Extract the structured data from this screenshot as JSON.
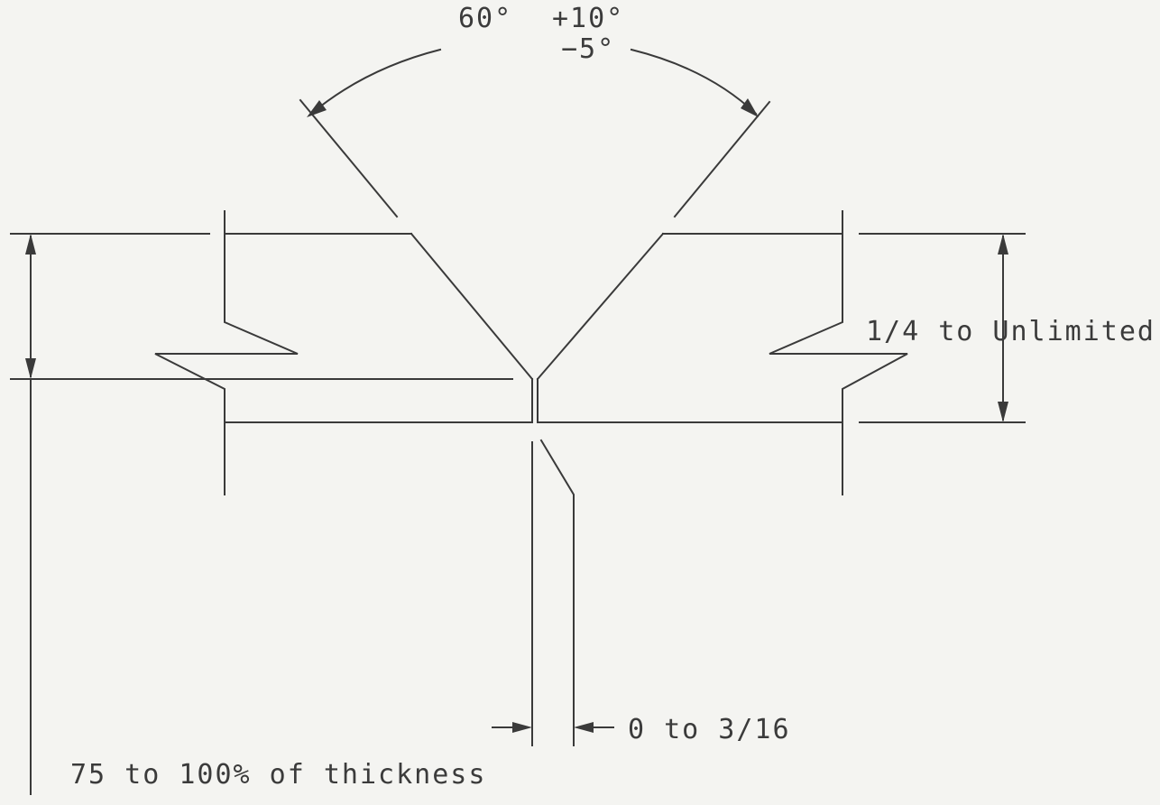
{
  "diagram": {
    "angle_label": "60°",
    "tolerance_plus": "+10°",
    "tolerance_minus": "−5°",
    "thickness_label": "1/4 to Unlimited",
    "root_opening_label": "0 to 3/16",
    "weld_size_label": "75 to 100% of thickness"
  },
  "colors": {
    "line": "#3a3a3a",
    "paper": "#f4f4f1"
  }
}
